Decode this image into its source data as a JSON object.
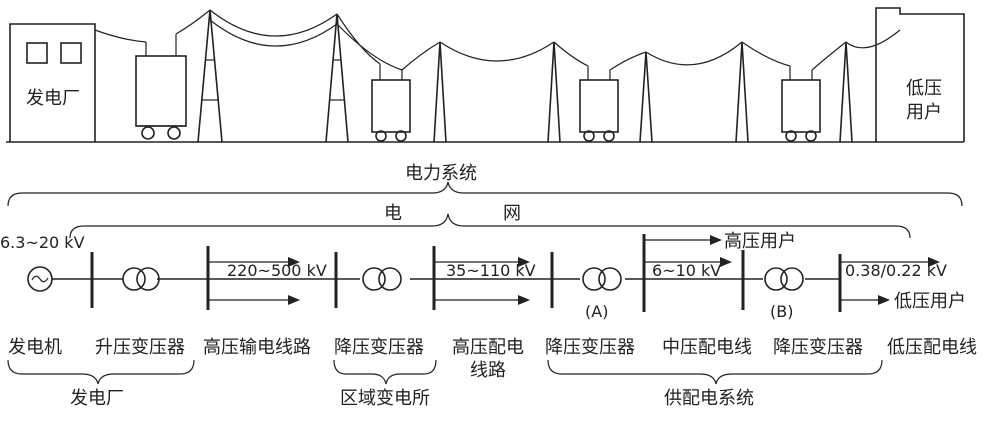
{
  "illustration": {
    "power_plant": "发电厂",
    "low_voltage_user_line1": "低压",
    "low_voltage_user_line2": "用户"
  },
  "brackets": {
    "power_system": "电力系统",
    "grid_char1": "电",
    "grid_char2": "网"
  },
  "voltages": {
    "generator": "6.3~20 kV",
    "hv_transmission": "220~500 kV",
    "hv_distribution": "35~110 kV",
    "mv_distribution": "6~10 kV",
    "lv_distribution": "0.38/0.22 kV"
  },
  "users": {
    "high_voltage": "高压用户",
    "low_voltage": "低压用户"
  },
  "markers": {
    "a": "(A)",
    "b": "(B)"
  },
  "components": {
    "generator": "发电机",
    "step_up": "升压变压器",
    "hv_transmission_line": "高压输电线路",
    "step_down_1": "降压变压器",
    "hv_distribution_line1": "高压配电",
    "hv_distribution_line2": "线路",
    "step_down_2": "降压变压器",
    "mv_line": "中压配电线",
    "step_down_3": "降压变压器",
    "lv_line": "低压配电线"
  },
  "groups": {
    "plant": "发电厂",
    "substation": "区域变电所",
    "supply": "供配电系统"
  }
}
